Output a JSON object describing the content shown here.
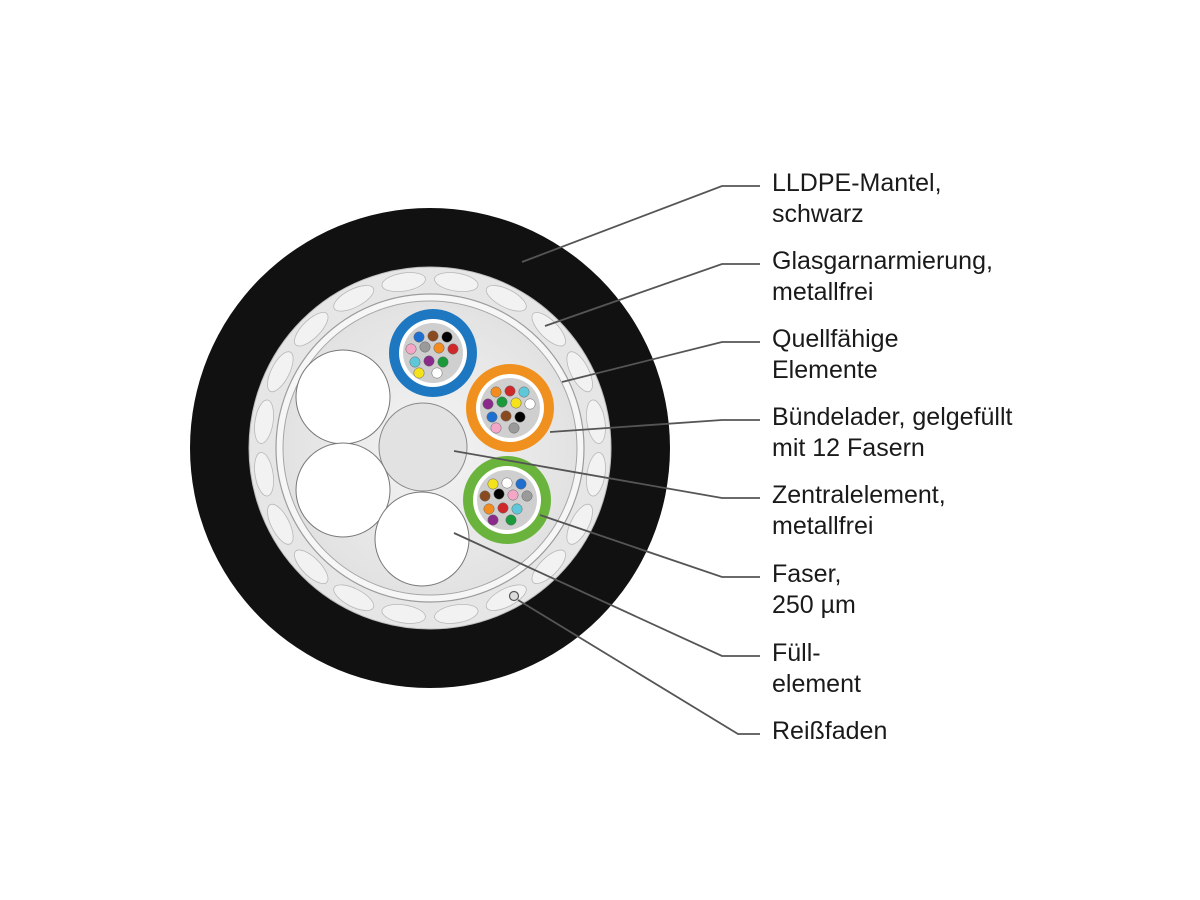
{
  "labels": [
    {
      "id": "mantel",
      "line1": "LLDPE-Mantel,",
      "line2": "schwarz"
    },
    {
      "id": "armierung",
      "line1": "Glasgarnarmierung,",
      "line2": "metallfrei"
    },
    {
      "id": "quell",
      "line1": "Quellfähige",
      "line2": "Elemente"
    },
    {
      "id": "buendel",
      "line1": "Bündelader, gelgefüllt",
      "line2": "mit 12 Fasern"
    },
    {
      "id": "zentral",
      "line1": "Zentralelement,",
      "line2": "metallfrei"
    },
    {
      "id": "faser",
      "line1": "Faser,",
      "line2": "250 µm"
    },
    {
      "id": "fuell",
      "line1": "Füll-",
      "line2": "element"
    },
    {
      "id": "reiss",
      "line1": "Reißfaden",
      "line2": ""
    }
  ],
  "colors": {
    "sheath": "#111111",
    "tube_blue": "#1d78c1",
    "tube_orange": "#f0911f",
    "tube_green": "#6ab43e",
    "leader": "#555555",
    "fiber_colors": [
      "#1f6fd0",
      "#8a4a1f",
      "#000000",
      "#f4a6c6",
      "#9a9a9a",
      "#f28c1e",
      "#d0282a",
      "#5fc8d8",
      "#8a2a8a",
      "#1a9a3a",
      "#f4e21a",
      "#ffffff"
    ]
  }
}
